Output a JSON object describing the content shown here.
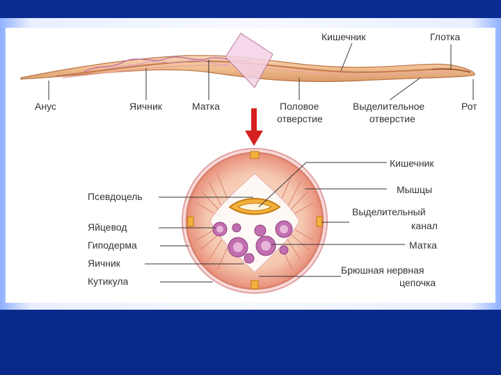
{
  "longitudinal": {
    "labels": {
      "anus": "Анус",
      "ovary": "Яичник",
      "uterus": "Матка",
      "genital_1": "Половое",
      "genital_2": "отверстие",
      "excretory_1": "Выделительное",
      "excretory_2": "отверстие",
      "mouth": "Рот",
      "intestine": "Кишечник",
      "pharynx": "Глотка"
    }
  },
  "cross_section": {
    "labels": {
      "pseudocoel": "Псевдоцель",
      "oviduct": "Яйцевод",
      "hypodermis": "Гиподерма",
      "ovary": "Яичник",
      "cuticle": "Кутикула",
      "intestine": "Кишечник",
      "muscles": "Мышцы",
      "excretory_canal_1": "Выделительный",
      "excretory_canal_2": "канал",
      "uterus": "Матка",
      "nerve_cord_1": "Брюшная нервная",
      "nerve_cord_2": "цепочка"
    }
  },
  "colors": {
    "background": "#0a2a8a",
    "panel": "#ffffff",
    "worm_body": "#f3c9a0",
    "arrow": "#d62020",
    "label_text": "#333333"
  }
}
